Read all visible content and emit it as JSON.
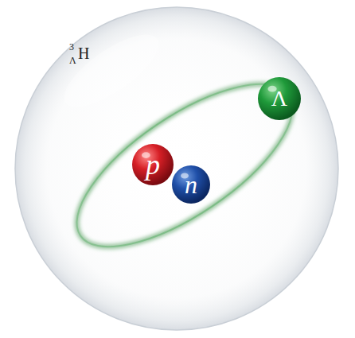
{
  "diagram": {
    "nodes": [
      {
        "text": [
          "3",
          "Λ",
          "H"
        ]
      },
      {
        "text": [
          "p"
        ],
        "in": 0
      },
      {
        "text": [
          "n"
        ],
        "in": 0
      },
      {
        "text": [
          "Λ"
        ],
        "in": 0
      }
    ]
  }
}
